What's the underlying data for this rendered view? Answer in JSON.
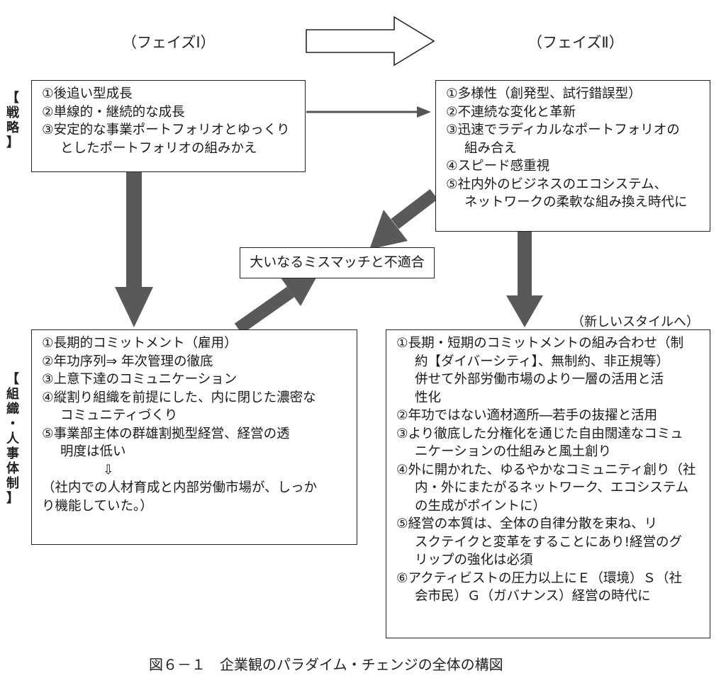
{
  "header": {
    "phase1_label": "（フェイズⅠ）",
    "phase2_label": "（フェイズⅡ）"
  },
  "side_labels": {
    "strategy": [
      "【",
      "戦",
      "略",
      "】"
    ],
    "organization": [
      "【",
      "組",
      "織",
      "・",
      "人",
      "事",
      "体",
      "制",
      "】"
    ]
  },
  "strategy_phase1": {
    "lines": [
      "①後追い型成長",
      "②単線的・継続的な成長",
      "③安定的な事業ポートフォリオとゆっくり",
      "としたポートフォリオの組みかえ"
    ]
  },
  "strategy_phase2": {
    "lines": [
      "①多様性（創発型、試行錯誤型）",
      "②不連続な変化と革新",
      "③迅速でラディカルなポートフォリオの",
      "組み合え",
      "④スピード感重視",
      "⑤社内外のビジネスのエコシステム、",
      "ネットワークの柔軟な組み換え時代に"
    ]
  },
  "mismatch": {
    "label": "大いなるミスマッチと不適合"
  },
  "new_style_label": "（新しいスタイルへ）",
  "org_phase1": {
    "lines": [
      "①長期的コミットメント（雇用）",
      "②年功序列⇒ 年次管理の徹底",
      "③上意下達のコミュニケーション",
      "④縦割り組織を前提にした、内に閉じた濃密な",
      "コミュニティづくり",
      "⑤事業部主体の群雄割拠型経営、経営の透",
      "明度は低い",
      "⇩",
      "（社内での人材育成と内部労働市場が、しっか",
      "り機能していた。）"
    ]
  },
  "org_phase2": {
    "lines": [
      "①長期・短期のコミットメントの組み合わせ（制",
      "約【ダイバーシティ】、無制約、非正規等）",
      "併せて外部労働市場のより一層の活用と活",
      "性化",
      "②年功ではない適材適所―若手の抜擢と活用",
      "③より徹底した分権化を通じた自由闊達なコミュ",
      "ニケーションの仕組みと風土創り",
      "④外に開かれた、ゆるやかなコミュニティ創り（社",
      "内・外にまたがるネットワーク、エコシステム",
      "の生成がポイントに）",
      "⑤経営の本質は、全体の自律分散を束ね、リ",
      "スクテイクと変革をすることにあり!経営のグ",
      "リップの強化は必須",
      "⑥アクティビストの圧力以上にＥ（環境）Ｓ（社",
      "会市民）Ｇ（ガバナンス）経営の時代に"
    ]
  },
  "caption": "図６－１　企業観のパラダイム・チェンジの全体の構図",
  "colors": {
    "arrow": "#595959",
    "border": "#222222"
  }
}
